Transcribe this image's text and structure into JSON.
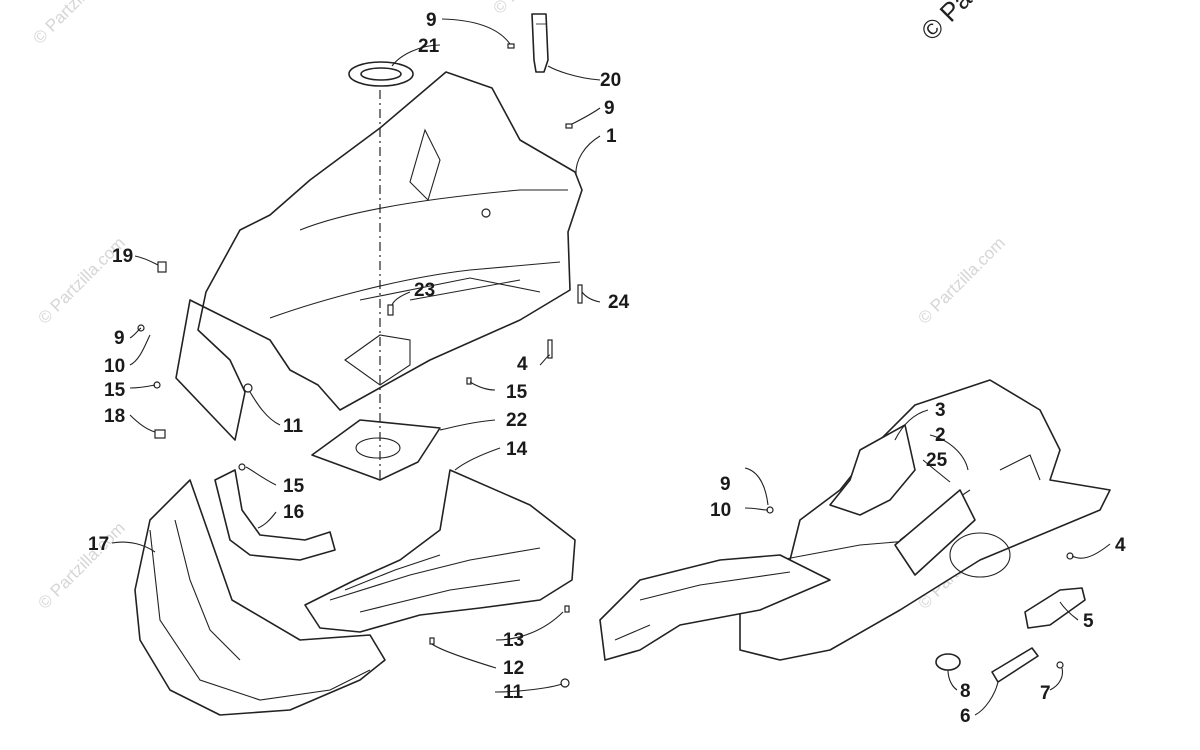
{
  "diagram": {
    "copyright": "© Par",
    "watermark": "© Partzilla.com",
    "callouts": {
      "c1": "1",
      "c2": "2",
      "c3": "3",
      "c4a": "4",
      "c4b": "4",
      "c5": "5",
      "c6": "6",
      "c7": "7",
      "c8": "8",
      "c9a": "9",
      "c9b": "9",
      "c9c": "9",
      "c9d": "9",
      "c10a": "10",
      "c10b": "10",
      "c11a": "11",
      "c11b": "11",
      "c12": "12",
      "c13": "13",
      "c14": "14",
      "c15a": "15",
      "c15b": "15",
      "c15c": "15",
      "c16": "16",
      "c17": "17",
      "c18": "18",
      "c19": "19",
      "c20": "20",
      "c21": "21",
      "c22": "22",
      "c23": "23",
      "c24": "24",
      "c25": "25"
    }
  }
}
